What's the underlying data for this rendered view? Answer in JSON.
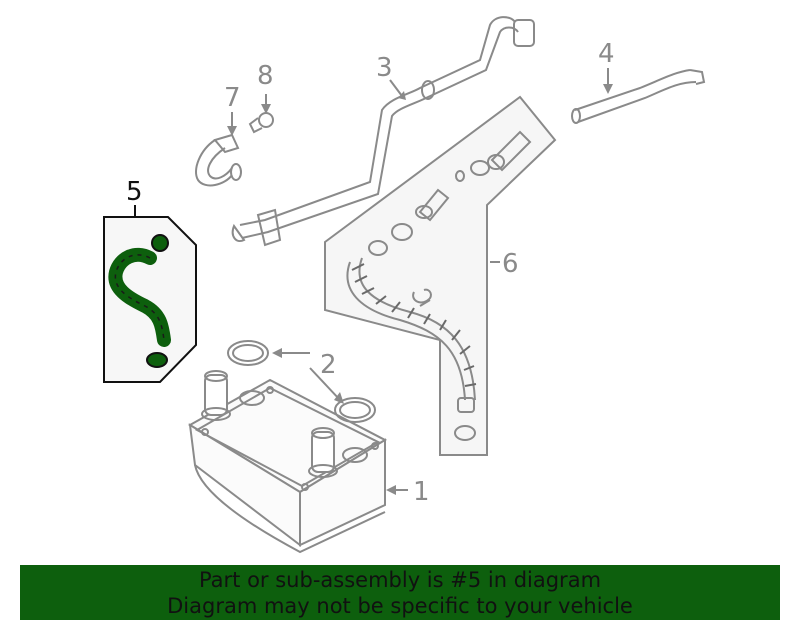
{
  "callouts": {
    "c1": "1",
    "c2": "2",
    "c3": "3",
    "c4": "4",
    "c5": "5",
    "c6": "6",
    "c7": "7",
    "c8": "8"
  },
  "banner": {
    "line1": "Part or sub-assembly is #5 in diagram",
    "line2": "Diagram may not be specific to your vehicle"
  },
  "colors": {
    "highlight": "#0d5f0d",
    "parts_line": "#8a8a8a",
    "panel_fill": "#f4f4f4"
  }
}
